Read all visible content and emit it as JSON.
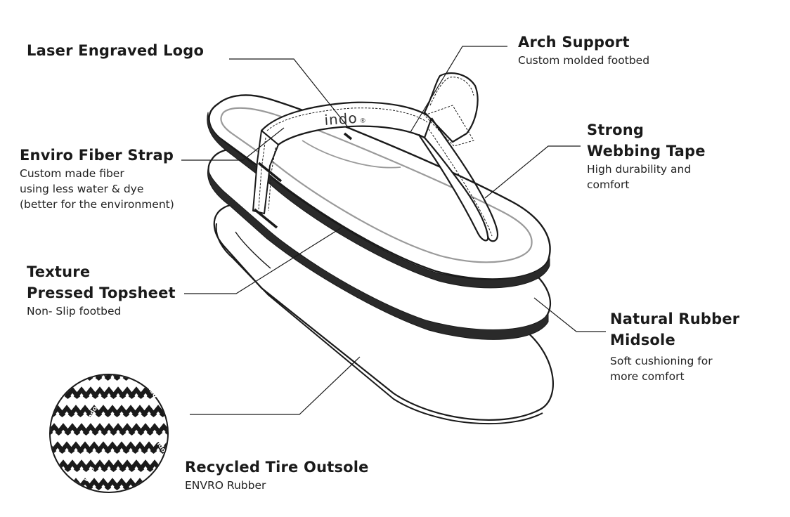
{
  "callouts": {
    "logo": {
      "title": "Laser Engraved Logo"
    },
    "arch": {
      "title": "Arch Support",
      "desc": "Custom molded footbed"
    },
    "webbing": {
      "title_line1": "Strong",
      "title_line2": "Webbing Tape",
      "desc_line1": "High durability and",
      "desc_line2": "comfort"
    },
    "strap": {
      "title": "Enviro Fiber Strap",
      "desc_line1": "Custom made fiber",
      "desc_line2": "using less water & dye",
      "desc_line3": "(better for the environment)"
    },
    "topsheet": {
      "title_line1": "Texture",
      "title_line2": "Pressed Topsheet",
      "desc": "Non- Slip footbed"
    },
    "midsole": {
      "title_line1": "Natural Rubber",
      "title_line2": "Midsole",
      "desc_line1": "Soft cushioning for",
      "desc_line2": "more comfort"
    },
    "outsole": {
      "title": "Recycled Tire Outsole",
      "desc": "ENVRO Rubber"
    }
  },
  "strap_logo": {
    "text": "indo",
    "mark": "®"
  },
  "tread_marks": [
    "indo",
    "indo",
    "indo",
    "indo"
  ],
  "colors": {
    "ink": "#1a1a1a",
    "sole_edge": "#2a2a2a",
    "inner_line": "#9a9a9a",
    "background": "#ffffff"
  },
  "icons": {
    "sandal": "exploded-flip-flop-illustration",
    "tread": "tire-tread-circle"
  }
}
